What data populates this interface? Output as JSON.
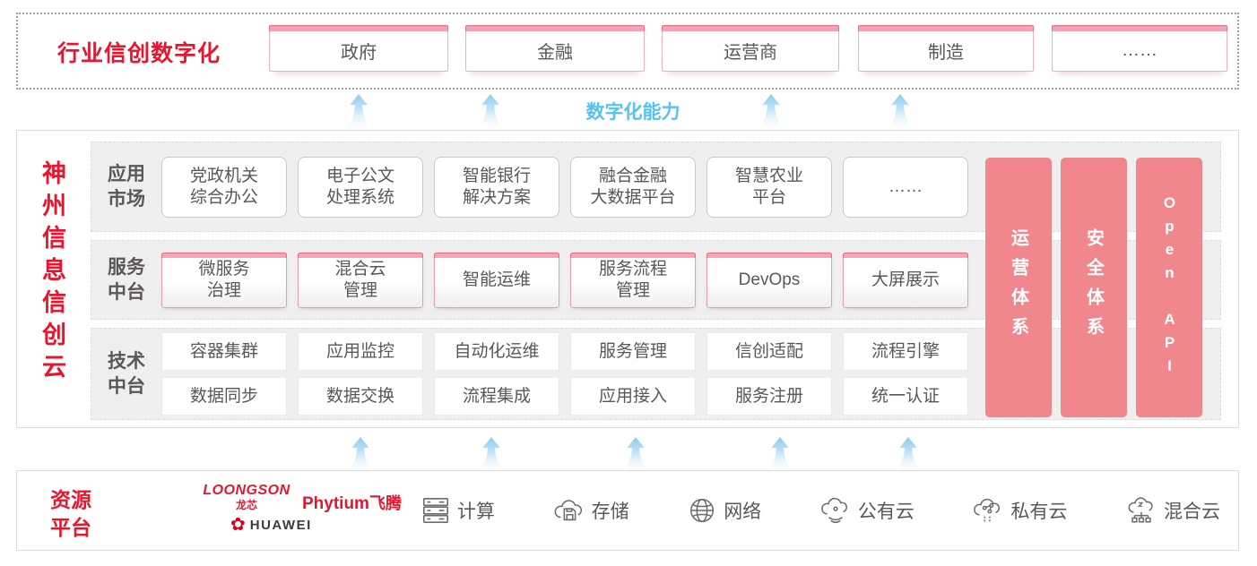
{
  "colors": {
    "accent_red": "#e6162e",
    "text_dark": "#595757",
    "pillar_pink": "#ef878d",
    "capability_blue": "#54c3f1",
    "arrow_blue": "#a9d7f3",
    "band_gray": "#efefef"
  },
  "top_band": {
    "title": "行业信创数字化",
    "boxes": [
      "政府",
      "金融",
      "运营商",
      "制造",
      "……"
    ]
  },
  "capability": {
    "label": "数字化能力"
  },
  "platform": {
    "vertical_title": "神州信息信创云",
    "rows": [
      {
        "label": "应用\n市场",
        "items": [
          "党政机关\n综合办公",
          "电子公文\n处理系统",
          "智能银行\n解决方案",
          "融合金融\n大数据平台",
          "智慧农业\n平台",
          "……"
        ]
      },
      {
        "label": "服务\n中台",
        "items": [
          "微服务\n治理",
          "混合云\n管理",
          "智能运维",
          "服务流程\n管理",
          "DevOps",
          "大屏展示"
        ]
      },
      {
        "label": "技术\n中台",
        "items_top": [
          "容器集群",
          "应用监控",
          "自动化运维",
          "服务管理",
          "信创适配",
          "流程引擎"
        ],
        "items_bottom": [
          "数据同步",
          "数据交换",
          "流程集成",
          "应用接入",
          "服务注册",
          "统一认证"
        ]
      }
    ],
    "pillars": [
      "运营体系",
      "安全体系",
      "Open API"
    ]
  },
  "resource_band": {
    "title": "资源\n平台",
    "vendors": {
      "loongson": "LOONGSON",
      "loongson_cn": "龙芯",
      "phytium": "Phytium",
      "phytium_cn": "飞腾",
      "huawei": "HUAWEI",
      "huawei_flower_icon": "huawei-flower-icon"
    },
    "items": [
      {
        "icon": "compute-icon",
        "label": "计算"
      },
      {
        "icon": "storage-icon",
        "label": "存储"
      },
      {
        "icon": "network-icon",
        "label": "网络"
      },
      {
        "icon": "public-cloud-icon",
        "label": "公有云"
      },
      {
        "icon": "private-cloud-icon",
        "label": "私有云"
      },
      {
        "icon": "hybrid-cloud-icon",
        "label": "混合云"
      }
    ]
  }
}
